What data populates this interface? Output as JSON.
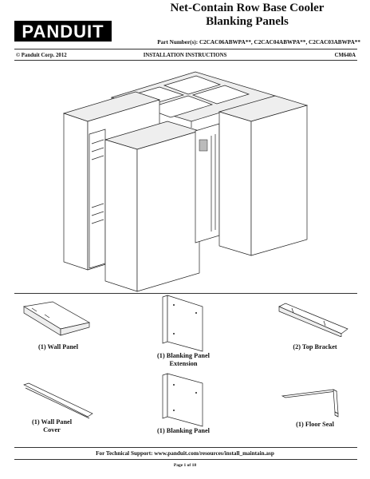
{
  "header": {
    "title_line1": "Net-Contain Row Base Cooler",
    "title_line2": "Blanking Panels",
    "brand": "PANDUIT",
    "part_numbers": "Part Number(s): C2CAC06ABWPA**, C2CAC04ABWPA**, C2CAC03ABWPA**",
    "copyright": "© Panduit Corp. 2012",
    "section": "INSTALLATION INSTRUCTIONS",
    "doc_code": "CM640A"
  },
  "components": [
    {
      "label_line1": "(1) Wall Panel",
      "label_line2": ""
    },
    {
      "label_line1": "(1) Blanking Panel",
      "label_line2": "Extension"
    },
    {
      "label_line1": "(2) Top Bracket",
      "label_line2": ""
    },
    {
      "label_line1": "(1) Wall Panel",
      "label_line2": "Cover"
    },
    {
      "label_line1": "(1) Blanking Panel",
      "label_line2": ""
    },
    {
      "label_line1": "(1) Floor Seal",
      "label_line2": ""
    }
  ],
  "footer": {
    "support": "For Technical Support: www.panduit.com/resources/install_maintain.asp",
    "page": "Page 1 of 18"
  }
}
